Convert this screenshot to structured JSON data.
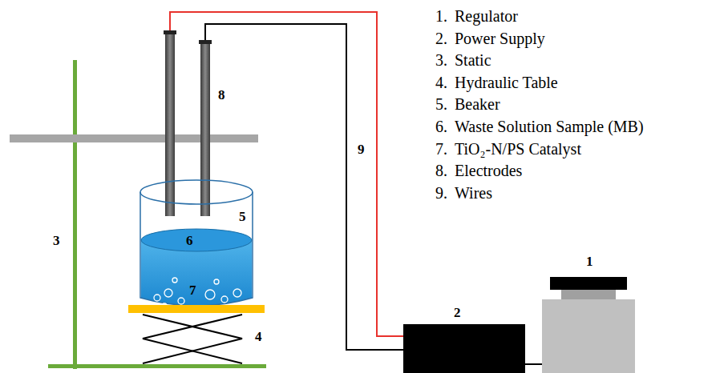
{
  "diagram": {
    "labels": [
      "1.",
      "Regulator",
      "2.",
      "Power Supply",
      "3.",
      "Static",
      "4.",
      "Hydraulic Table",
      "5.",
      "Beaker",
      "6.",
      "Waste Solution Sample (MB)",
      "7.",
      "TiO₂-N/PS Catalyst",
      "8.",
      "Electrodes",
      "9.",
      "Wires",
      "8",
      "9",
      "3",
      "5",
      "6",
      "7",
      "1",
      "2",
      "4"
    ]
  }
}
